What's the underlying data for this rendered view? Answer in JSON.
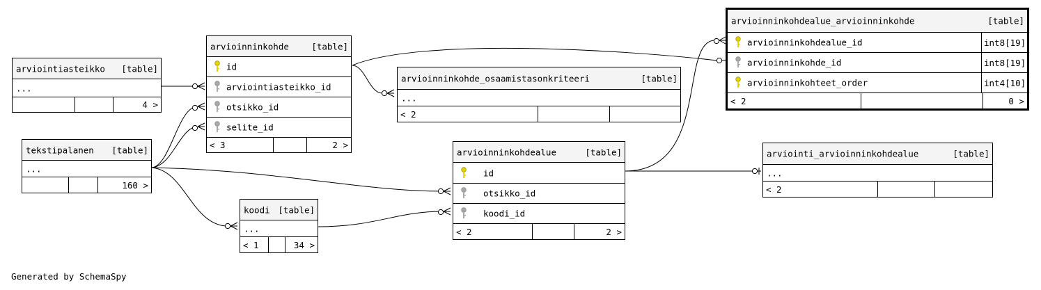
{
  "caption": "Generated by SchemaSpy",
  "table_tag": "[table]",
  "tables": {
    "arviointiasteikko": {
      "name": "arviointiasteikko",
      "body": "...",
      "foot": [
        "",
        "",
        "4 >"
      ]
    },
    "arvioinninkohde": {
      "name": "arvioinninkohde",
      "cols": [
        "id",
        "arviointiasteikko_id",
        "otsikko_id",
        "selite_id"
      ],
      "foot": [
        "< 3",
        "",
        "2 >"
      ]
    },
    "tekstipalanen": {
      "name": "tekstipalanen",
      "body": "...",
      "foot": [
        "",
        "",
        "160 >"
      ]
    },
    "osaamistason": {
      "name": "arvioinninkohde_osaamistasonkriteeri",
      "body": "...",
      "foot": [
        "< 2",
        "",
        ""
      ]
    },
    "koodi": {
      "name": "koodi",
      "body": "...",
      "foot": [
        "< 1",
        "",
        "34 >"
      ]
    },
    "kohdealue": {
      "name": "arvioinninkohdealue",
      "cols": [
        "id",
        "otsikko_id",
        "koodi_id"
      ],
      "foot": [
        "< 2",
        "",
        "2 >"
      ]
    },
    "arviointi": {
      "name": "arviointi_arvioinninkohdealue",
      "body": "...",
      "foot": [
        "< 2",
        "",
        ""
      ]
    },
    "focus": {
      "name": "arvioinninkohdealue_arvioinninkohde",
      "cols": [
        {
          "name": "arvioinninkohdealue_id",
          "type": "int8[19]"
        },
        {
          "name": "arvioinninkohde_id",
          "type": "int8[19]"
        },
        {
          "name": "arvioinninkohteet_order",
          "type": "int4[10]"
        }
      ],
      "foot": [
        "< 2",
        "",
        "0 >"
      ]
    }
  },
  "colors": {
    "primary_key": "#e8d200",
    "foreign_key": "#aaaaaa"
  }
}
